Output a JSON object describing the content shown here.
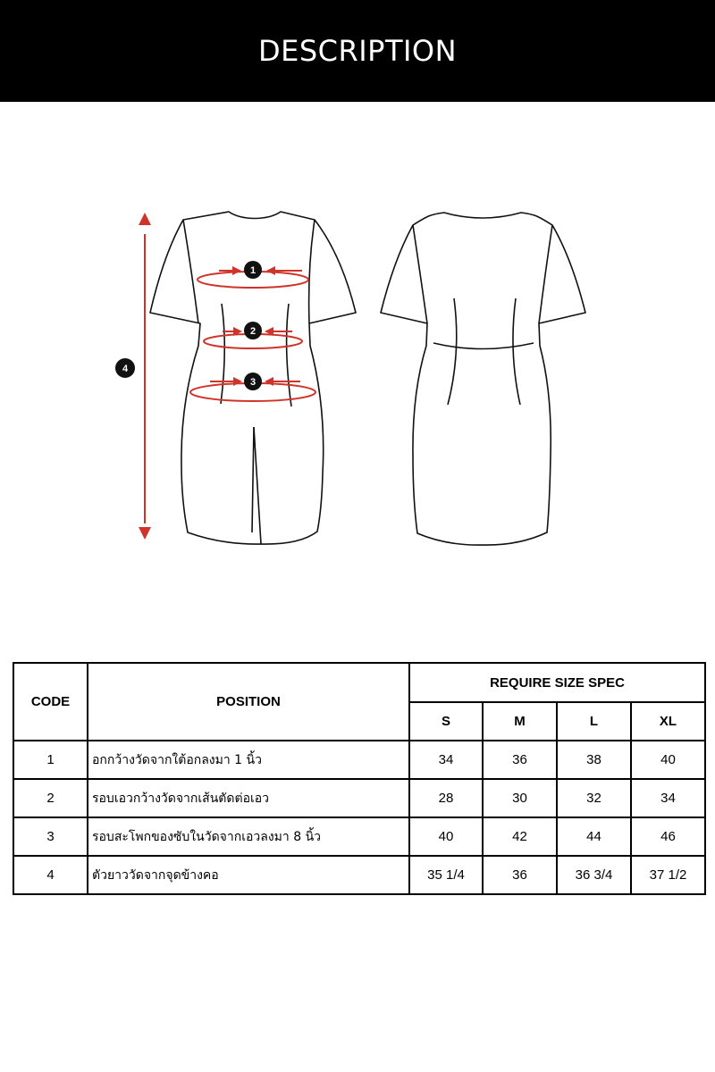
{
  "header": {
    "title": "DESCRIPTION"
  },
  "diagram": {
    "markers": [
      "1",
      "2",
      "3",
      "4"
    ],
    "measure_color": "#d0332a"
  },
  "table": {
    "headers": {
      "code": "CODE",
      "position": "POSITION",
      "spec_group": "REQUIRE SIZE SPEC",
      "sizes": [
        "S",
        "M",
        "L",
        "XL"
      ]
    },
    "rows": [
      {
        "code": "1",
        "position": "อกกว้างวัดจากใต้อกลงมา 1 นิ้ว",
        "values": [
          "34",
          "36",
          "38",
          "40"
        ]
      },
      {
        "code": "2",
        "position": "รอบเอวกว้างวัดจากเส้นตัดต่อเอว",
        "values": [
          "28",
          "30",
          "32",
          "34"
        ]
      },
      {
        "code": "3",
        "position": "รอบสะโพกของซับในวัดจากเอวลงมา 8 นิ้ว",
        "values": [
          "40",
          "42",
          "44",
          "46"
        ]
      },
      {
        "code": "4",
        "position": "ตัวยาววัดจากจุดข้างคอ",
        "values": [
          "35 1/4",
          "36",
          "36 3/4",
          "37 1/2"
        ]
      }
    ]
  }
}
